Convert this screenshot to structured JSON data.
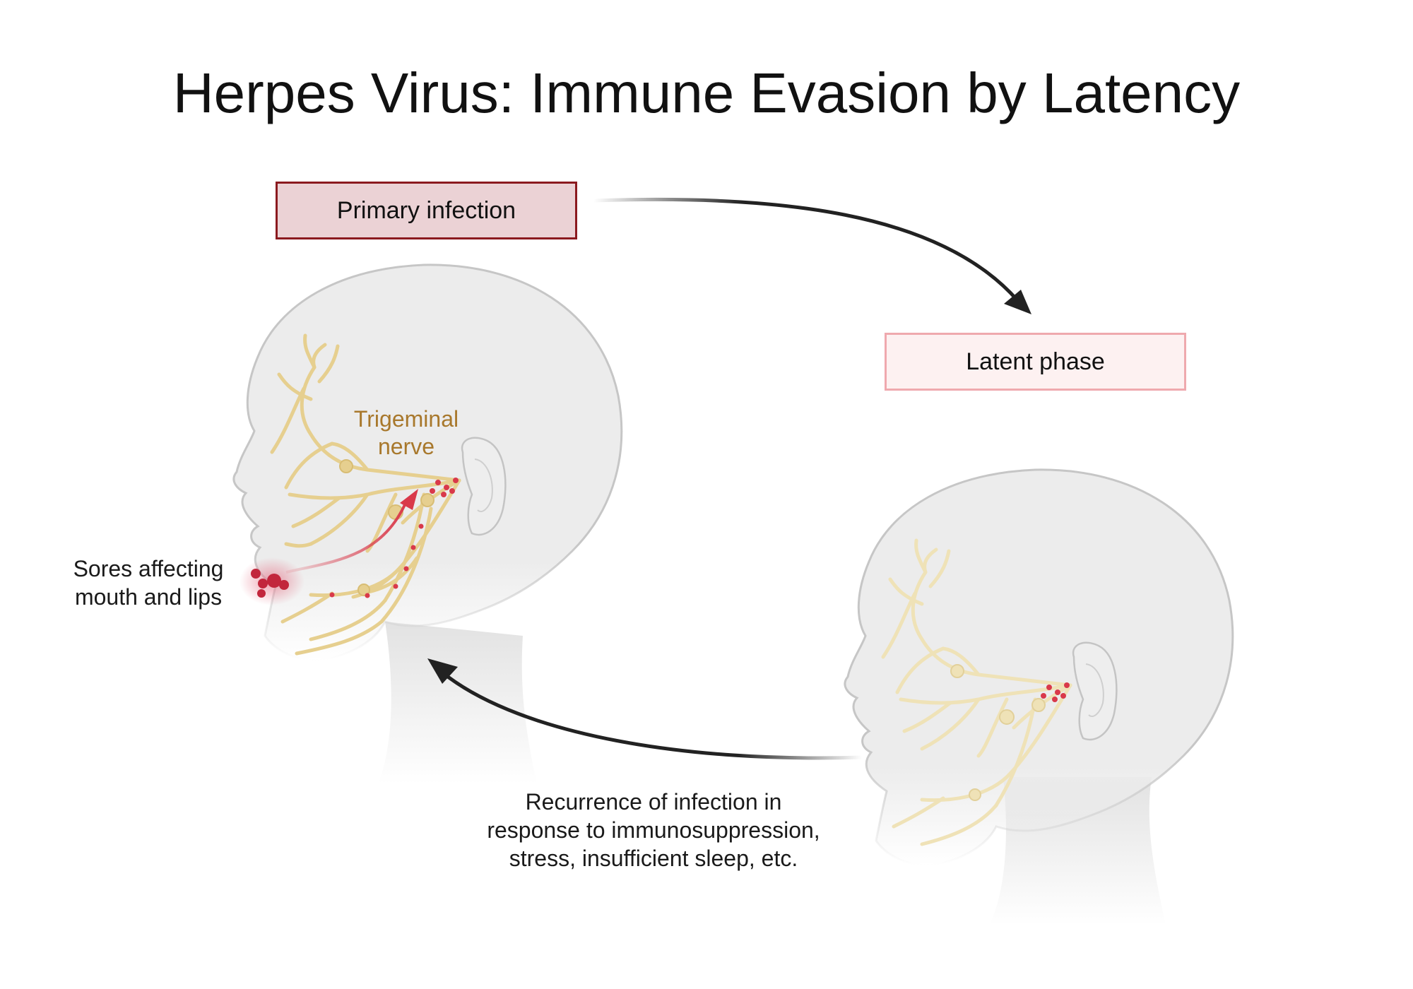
{
  "title": "Herpes Virus: Immune Evasion by Latency",
  "primary_box": {
    "label": "Primary infection"
  },
  "latent_box": {
    "label": "Latent phase"
  },
  "labels": {
    "trigeminal_line1": "Trigeminal",
    "trigeminal_line2": "nerve",
    "sores_line1": "Sores affecting",
    "sores_line2": "mouth and lips",
    "recurrence_line1": "Recurrence of infection in",
    "recurrence_line2": "response to immunosuppression,",
    "recurrence_line3": "stress, insufficient sleep, etc."
  },
  "colors": {
    "nerve_active": "#e6cf8f",
    "nerve_latent": "#efe2b7",
    "virus": "#d9394a",
    "primary_border": "#8b1a1f",
    "primary_fill": "#ebd2d5",
    "latent_border": "#efa9ae",
    "latent_fill": "#fdf1f1",
    "arrow": "#222222"
  }
}
